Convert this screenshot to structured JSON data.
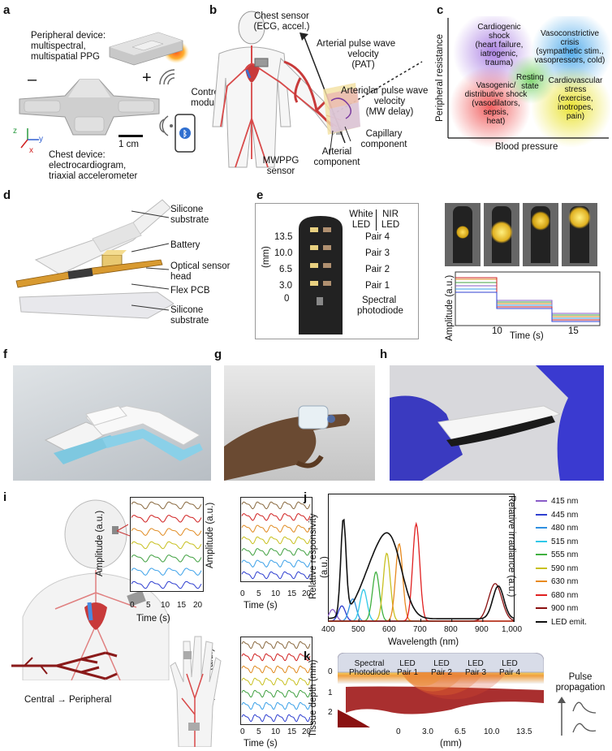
{
  "panels": {
    "a": {
      "label": "a",
      "peripheral_text": [
        "Peripheral device:",
        "multispectral,",
        "multispatial PPG"
      ],
      "minus": "–",
      "plus": "+",
      "control_module": [
        "Control",
        "module"
      ],
      "scale": "1 cm",
      "axis_z": "z",
      "axis_y": "y",
      "axis_x": "x",
      "chest_text": [
        "Chest device:",
        "electrocardiogram,",
        "triaxial accelerometer"
      ]
    },
    "b": {
      "label": "b",
      "chest_sensor": [
        "Chest sensor",
        "(ECG, accel.)"
      ],
      "arterial_pwv": [
        "Arterial pulse wave",
        "velocity",
        "(PAT)"
      ],
      "arteriolar_pwv": [
        "Arteriolar pulse wave",
        "velocity",
        "(MW delay)"
      ],
      "capillary": [
        "Capillary",
        "component"
      ],
      "arterial_comp": [
        "Arterial",
        "component"
      ],
      "mwppg": [
        "MWPPG",
        "sensor"
      ]
    },
    "c": {
      "label": "c",
      "ylabel": "Peripheral resistance",
      "xlabel": "Blood pressure",
      "cardiogenic": [
        "Cardiogenic",
        "shock",
        "(heart failure,",
        "iatrogenic,",
        "trauma)"
      ],
      "vasoconstrictive": [
        "Vasoconstrictive",
        "crisis",
        "(sympathetic stim.,",
        "vasopressors, cold)"
      ],
      "resting": [
        "Resting",
        "state"
      ],
      "vasogenic": [
        "Vasogenic/",
        "distributive shock",
        "(vasodilators,",
        "sepsis,",
        "heat)"
      ],
      "cardiovascular": [
        "Cardiovascular",
        "stress",
        "(exercise,",
        "inotropes,",
        "pain)"
      ],
      "colors": {
        "purple": "#a070e0",
        "blue": "#3aa0e8",
        "red": "#ee4444",
        "yellow": "#e8e020",
        "green": "#70d060"
      }
    },
    "d": {
      "label": "d",
      "silicone_top": [
        "Silicone",
        "substrate"
      ],
      "battery": "Battery",
      "optical": [
        "Optical sensor",
        "head"
      ],
      "flex": "Flex PCB",
      "silicone_bottom": [
        "Silicone",
        "substrate"
      ]
    },
    "e": {
      "label": "e",
      "white_led": [
        "White",
        "LED"
      ],
      "nir_led": [
        "NIR",
        "LED"
      ],
      "mm_label": "(mm)",
      "ticks": [
        "13.5",
        "10.0",
        "6.5",
        "3.0",
        "0"
      ],
      "pairs": [
        "Pair 4",
        "Pair 3",
        "Pair 2",
        "Pair 1"
      ],
      "spectral": [
        "Spectral",
        "photodiode"
      ],
      "ylabel": "Amplitude (a.u.)",
      "xlabel": "Time (s)",
      "xticks": [
        "10",
        "15"
      ]
    },
    "f": {
      "label": "f"
    },
    "g": {
      "label": "g"
    },
    "h": {
      "label": "h"
    },
    "i": {
      "label": "i",
      "ylabel": "Amplitude (a.u.)",
      "xlabel": "Time (s)",
      "xticks": [
        "0",
        "5",
        "10",
        "15",
        "20"
      ],
      "central": "Central → Peripheral"
    },
    "j": {
      "label": "j",
      "ylabel_left": [
        "Relative responsivity",
        "(a.u.)"
      ],
      "ylabel_right": "Relative irradiance (a.u.)",
      "xlabel": "Wavelength (nm)",
      "xticks": [
        "400",
        "500",
        "600",
        "700",
        "800",
        "900",
        "1,000"
      ]
    },
    "k": {
      "label": "k",
      "top_labels": [
        [
          "Spectral",
          "Photodiode"
        ],
        [
          "LED",
          "Pair 1"
        ],
        [
          "LED",
          "Pair 2"
        ],
        [
          "LED",
          "Pair 3"
        ],
        [
          "LED",
          "Pair 4"
        ]
      ],
      "ylabel": "Tissue depth (mm)",
      "yticks": [
        "0",
        "1",
        "2"
      ],
      "xticks": [
        "0",
        "3.0",
        "6.5",
        "10.0",
        "13.5"
      ],
      "xlabel": "(mm)",
      "pulse": [
        "Pulse",
        "propagation"
      ]
    }
  },
  "chart_data": [
    {
      "type": "line",
      "title": "",
      "xlabel": "Wavelength (nm)",
      "ylabel": "Relative responsivity (a.u.)",
      "xlim": [
        400,
        1000
      ],
      "ylim": [
        0,
        1
      ],
      "series": [
        {
          "name": "415 nm",
          "color": "#8a5cc8",
          "peak": 415,
          "height": 0.1
        },
        {
          "name": "445 nm",
          "color": "#2f3fd0",
          "peak": 445,
          "height": 0.13
        },
        {
          "name": "480 nm",
          "color": "#2f90e0",
          "peak": 480,
          "height": 0.19
        },
        {
          "name": "515 nm",
          "color": "#30c8e8",
          "peak": 515,
          "height": 0.27
        },
        {
          "name": "555 nm",
          "color": "#40b040",
          "peak": 555,
          "height": 0.42
        },
        {
          "name": "590 nm",
          "color": "#c8c020",
          "peak": 590,
          "height": 0.58
        },
        {
          "name": "630 nm",
          "color": "#e88a20",
          "peak": 630,
          "height": 0.66
        },
        {
          "name": "680 nm",
          "color": "#e02020",
          "peak": 685,
          "height": 0.83
        },
        {
          "name": "900 nm",
          "color": "#8a1010",
          "peak": 940,
          "height": 0.32
        },
        {
          "name": "LED emit.",
          "color": "#111111",
          "peak": 450,
          "height": 0.82
        }
      ]
    }
  ]
}
